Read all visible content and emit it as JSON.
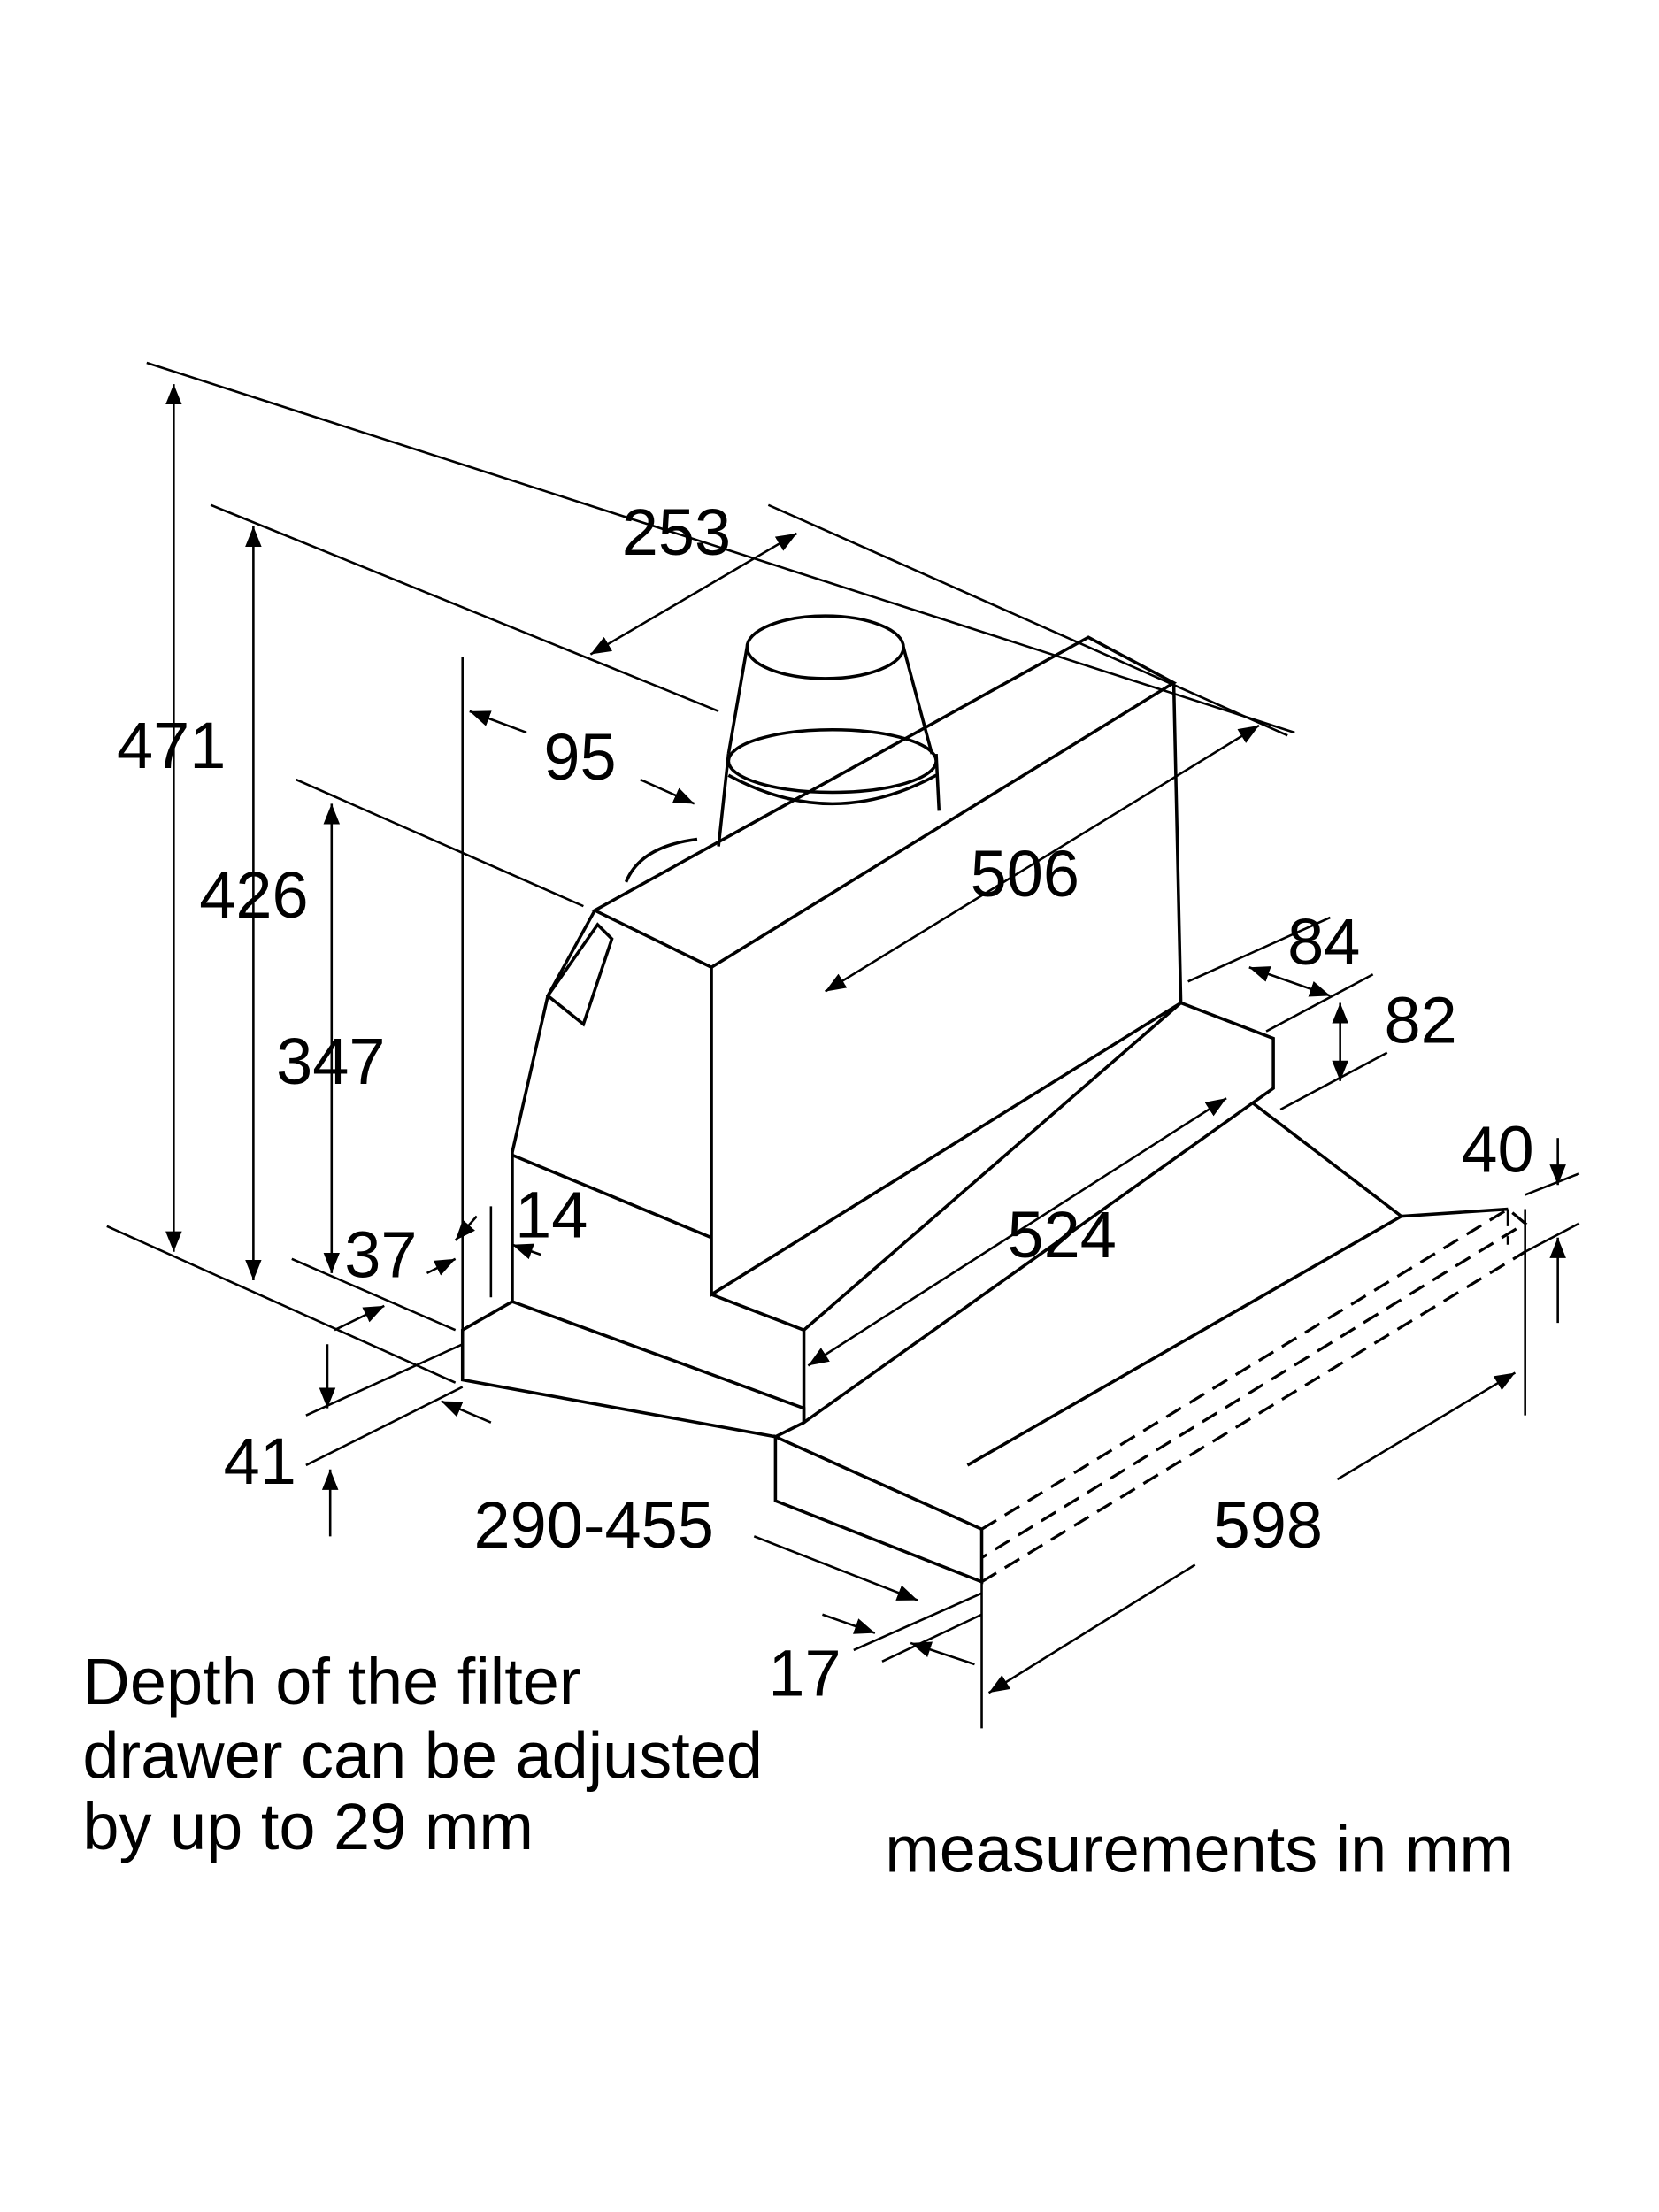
{
  "dimensions": {
    "d471": "471",
    "d426": "426",
    "d347": "347",
    "d253": "253",
    "d95": "95",
    "d506": "506",
    "d84": "84",
    "d82": "82",
    "d40": "40",
    "d14": "14",
    "d37": "37",
    "d524": "524",
    "d41": "41",
    "d290_455": "290-455",
    "d598": "598",
    "d17": "17"
  },
  "notes": {
    "filter_line1": "Depth of the filter",
    "filter_line2": "drawer can be adjusted",
    "filter_line3": "by up to 29 mm",
    "units": "measurements in mm"
  }
}
